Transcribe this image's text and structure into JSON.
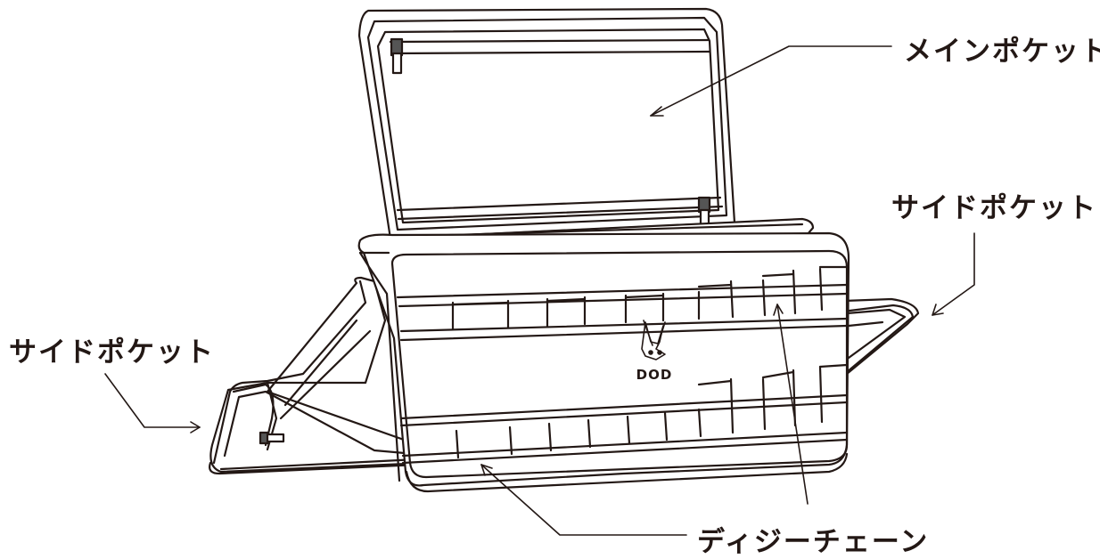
{
  "labels": {
    "main_pocket": "メインポケット",
    "side_pocket_right": "サイドポケット",
    "side_pocket_left": "サイドポケット",
    "daisy_chain": "ディジーチェーン"
  },
  "logo_text": "DOD",
  "colors": {
    "line": "#231815",
    "fill": "#ffffff"
  }
}
